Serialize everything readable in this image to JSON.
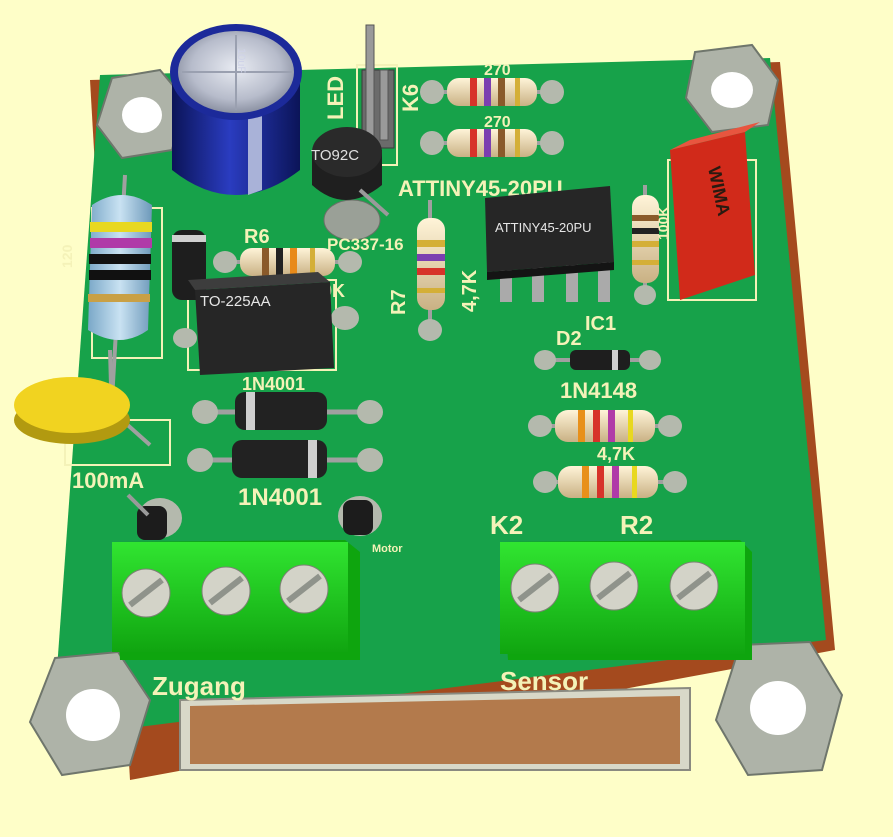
{
  "labels": {
    "to92c": "TO92C",
    "led": "LED",
    "k6": "K6",
    "r_top1": "270",
    "r_top2": "270",
    "attiny": "ATTINY45-20PU",
    "chip": "ATTINY45-20PU",
    "pc337": "PC337-16",
    "r6": "R6",
    "r7": "R7",
    "r7_val": "4,7K",
    "to225": "TO-225AA",
    "r10k": "10K",
    "d2": "D2",
    "d2_val": "1N4148",
    "ic1": "IC1",
    "r_4k7": "4,7K",
    "diode_bottom": "1N4001",
    "diode_mid": "1N4001",
    "fuse": "100mA",
    "k2": "K2",
    "r2": "R2",
    "zugang": "Zugang",
    "sensor": "Sensor",
    "motor": "Motor",
    "wima": "WIMA",
    "cap_label": "10uF",
    "r_vert": "100K",
    "r_left": "120"
  },
  "colors": {
    "board": "#17a24a",
    "silkscreen": "#f4f2b8",
    "pad": "#b4b9ad",
    "terminal": "#1ec81e",
    "capacitor": "#1a2890",
    "wima": "#d12a1a"
  }
}
